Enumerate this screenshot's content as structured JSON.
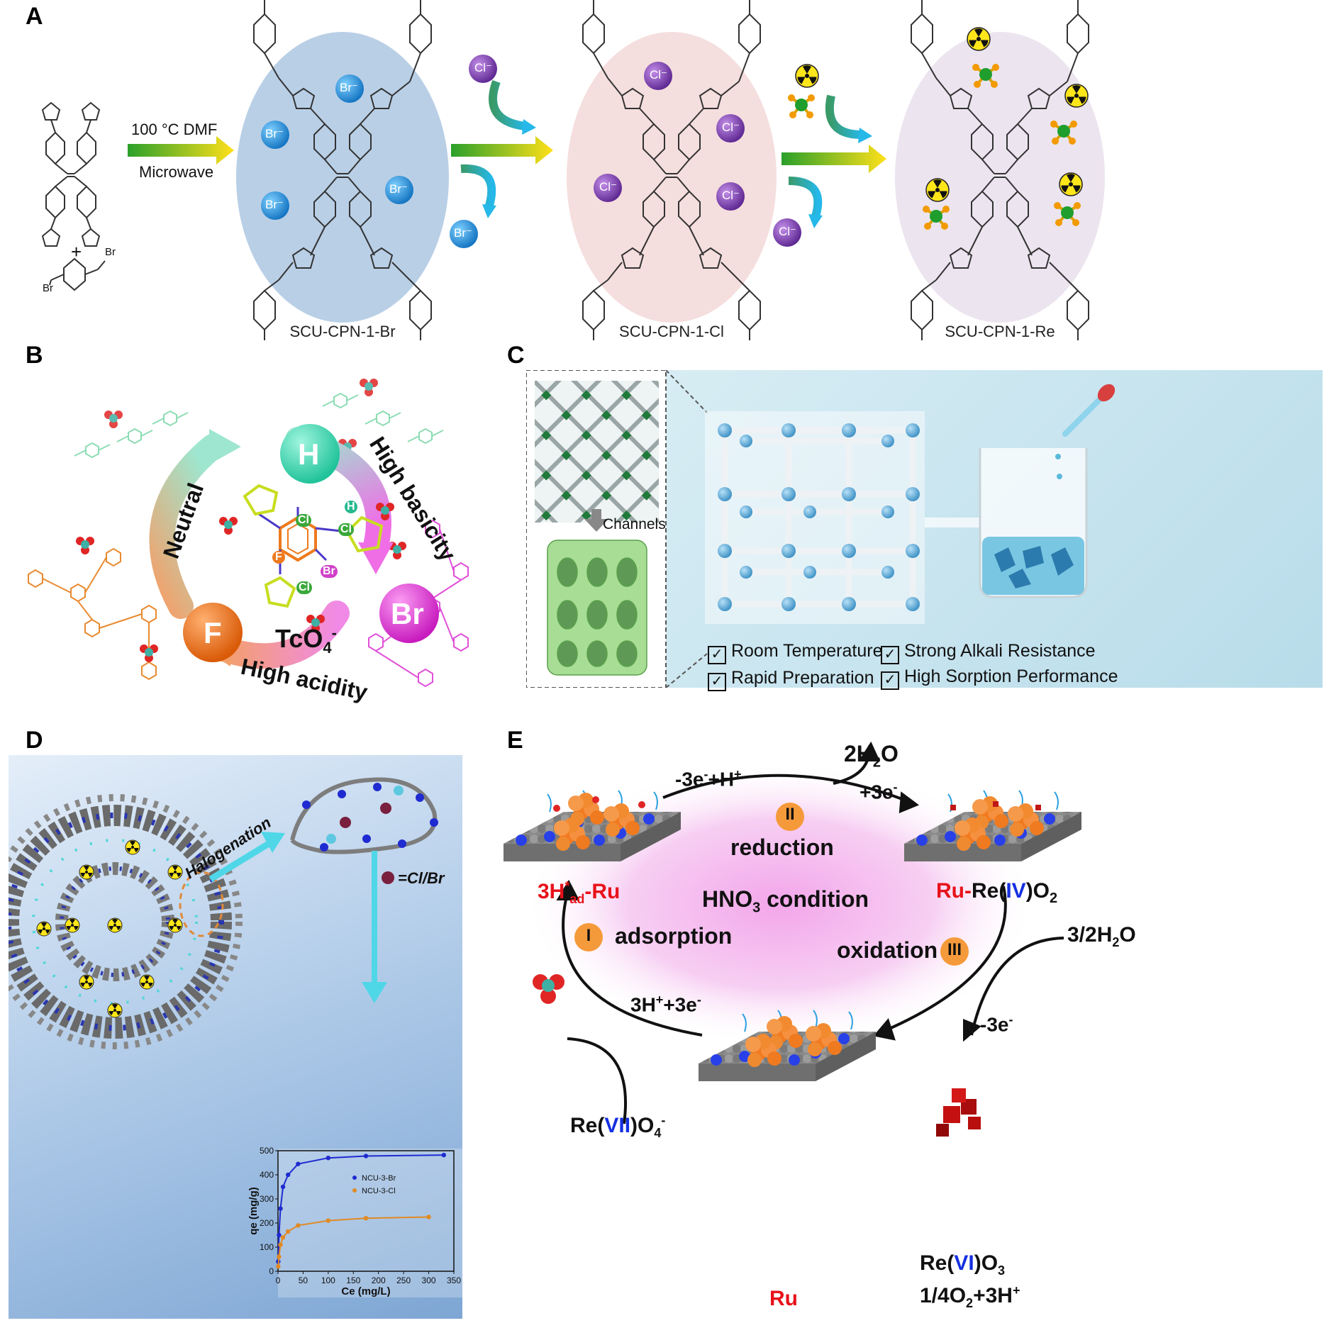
{
  "panels": {
    "a": "A",
    "b": "B",
    "c": "C",
    "d": "D",
    "e": "E"
  },
  "a": {
    "cond_top": "100 °C DMF",
    "cond_bottom": "Microwave",
    "plus": "+",
    "br_sub": "Br",
    "captions": [
      "SCU-CPN-1-Br",
      "SCU-CPN-1-Cl",
      "SCU-CPN-1-Re"
    ],
    "ion_br": "Br⁻",
    "ion_cl": "Cl⁻",
    "colors": {
      "br_ion": "#1e88d0",
      "cl_ion": "#7b3fb0",
      "arrow_start": "#2aa02a",
      "arrow_end": "#ffe01a",
      "ellipse1": "#b9cfe6",
      "ellipse2": "#f5dede",
      "ellipse3": "#ece4ef"
    }
  },
  "b": {
    "center": "H",
    "right": "Br",
    "left": "F",
    "arc_left": "Neutral",
    "arc_right": "High basicity",
    "arc_bottom": "High acidity",
    "anion": "TcO",
    "anion_sub": "4",
    "anion_sup": "-",
    "sub_labels": [
      "H",
      "Cl",
      "Cl",
      "F",
      "Br",
      "Cl"
    ],
    "colors": {
      "H": "#3fd7b3",
      "Br": "#e040d4",
      "F": "#ef7a1c"
    }
  },
  "c": {
    "channels": "Channels",
    "features": [
      "Room Temperature",
      "Strong Alkali Resistance",
      "Rapid Preparation",
      "High Sorption Performance"
    ],
    "colors": {
      "bg": "#cde7f1",
      "node": "#5aa8d6",
      "bar": "#dfe6ea"
    }
  },
  "d": {
    "halogenation": "Halogenation",
    "legend_atom": "=Cl/Br",
    "chart_data": {
      "type": "scatter",
      "xlabel": "Ce (mg/L)",
      "ylabel": "qe (mg/g)",
      "xlim": [
        0,
        350
      ],
      "ylim": [
        0,
        500
      ],
      "xticks": [
        0,
        50,
        100,
        150,
        200,
        250,
        300,
        350
      ],
      "yticks": [
        0,
        100,
        200,
        300,
        400,
        500
      ],
      "series": [
        {
          "name": "NCU-3-Br",
          "color": "#1f2bd0",
          "x": [
            0.5,
            2,
            5,
            10,
            20,
            40,
            100,
            175,
            330
          ],
          "y": [
            40,
            150,
            260,
            350,
            400,
            445,
            470,
            478,
            482
          ]
        },
        {
          "name": "NCU-3-Cl",
          "color": "#e08a24",
          "x": [
            0.5,
            2,
            5,
            10,
            20,
            40,
            100,
            175,
            300
          ],
          "y": [
            20,
            60,
            110,
            140,
            165,
            190,
            210,
            220,
            225
          ]
        }
      ]
    }
  },
  "e": {
    "water_top": "2H",
    "water_top_sub": "2",
    "water_top_o": "O",
    "top_left": "-3e",
    "top_left_sup": "-",
    "top_left_tail": "+H",
    "top_left_sup2": "+",
    "top_right": "+3e",
    "top_right_sup": "-",
    "step2_num": "II",
    "step2": "reduction",
    "center": "HNO",
    "center_sub": "3",
    "center_tail": " condition",
    "left_label_a": "3H",
    "left_label_sup": "*",
    "left_label_sub": "ad",
    "left_label_b": "-Ru",
    "right_label_a": "Ru-",
    "right_label_b": "Re(",
    "right_label_ox": "IV",
    "right_label_c": ")O",
    "right_label_sub": "2",
    "step1_num": "I",
    "step1": "adsorption",
    "step3_num": "III",
    "step3": "oxidation",
    "water_right": "3/2H",
    "water_right_sub": "2",
    "water_right_o": "O",
    "minus3e": "-3e",
    "minus3e_sup": "-",
    "proton": "3H",
    "proton_sup": "+",
    "proton_tail": "+3e",
    "proton_tail_sup": "-",
    "perrhenate_a": "Re(",
    "perrhenate_ox": "VII",
    "perrhenate_b": ")O",
    "perrhenate_sub": "4",
    "perrhenate_sup": "-",
    "bottom": "Ru",
    "reo3_a": "Re(",
    "reo3_ox": "VI",
    "reo3_b": ")O",
    "reo3_sub": "3",
    "o2_a": "1/4O",
    "o2_sub": "2",
    "o2_b": "+3H",
    "o2_sup": "+",
    "colors": {
      "red": "#e8121a",
      "blue": "#1530e0",
      "orange": "#f59a3a",
      "pink": "#f7b6ee"
    }
  }
}
